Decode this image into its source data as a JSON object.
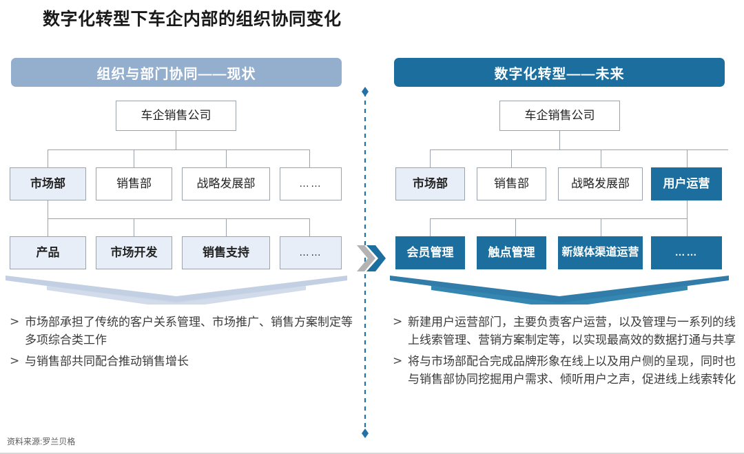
{
  "title": "数字化转型下车企内部的组织协同变化",
  "source_note": "资料来源:罗兰贝格",
  "colors": {
    "accent_blue": "#1b6e9e",
    "muted_blue": "#94aecd",
    "shade_fill": "#e8eef7",
    "box_border": "#9aa3ad",
    "chevron_gray": "#b3b3b3"
  },
  "panels": {
    "current": {
      "header": "组织与部门协同——现状",
      "root": "车企销售公司",
      "level2": [
        {
          "label": "市场部",
          "style": "shade"
        },
        {
          "label": "销售部",
          "style": "plain"
        },
        {
          "label": "战略发展部",
          "style": "plain"
        },
        {
          "label": "……",
          "style": "plain-dots"
        }
      ],
      "level3": [
        {
          "label": "产品",
          "style": "shade"
        },
        {
          "label": "市场开发",
          "style": "shade"
        },
        {
          "label": "销售支持",
          "style": "shade"
        },
        {
          "label": "……",
          "style": "shade-dots"
        }
      ],
      "bullets": [
        {
          "mark": ">",
          "text": "市场部承担了传统的客户关系管理、市场推广、销售方案制定等多项综合类工作"
        },
        {
          "mark": ">",
          "text": "与销售部共同配合推动销售增长"
        }
      ]
    },
    "future": {
      "header": "数字化转型——未来",
      "root": "车企销售公司",
      "level2": [
        {
          "label": "市场部",
          "style": "shade"
        },
        {
          "label": "销售部",
          "style": "plain"
        },
        {
          "label": "战略发展部",
          "style": "plain"
        },
        {
          "label": "用户运营",
          "style": "filled"
        }
      ],
      "level3": [
        {
          "label": "会员管理",
          "style": "filled"
        },
        {
          "label": "触点管理",
          "style": "filled"
        },
        {
          "label": "新媒体渠道运营",
          "style": "filled"
        },
        {
          "label": "……",
          "style": "filled-dots"
        }
      ],
      "bullets": [
        {
          "mark": ">",
          "text": "新建用户运营部门，主要负责客户运营，以及管理与一系列的线上线索管理、营销方案制定等，以实现最高效的数据打通与共享"
        },
        {
          "mark": ">",
          "text": "将与市场部配合完成品牌形象在线上以及用户侧的呈现，同时也与销售部协同挖掘用户需求、倾听用户之声，促进线上线索转化"
        }
      ]
    }
  },
  "divider": {
    "icon": "double-chevron-right",
    "line_style": "dashed-vertical-with-diamond-caps"
  }
}
